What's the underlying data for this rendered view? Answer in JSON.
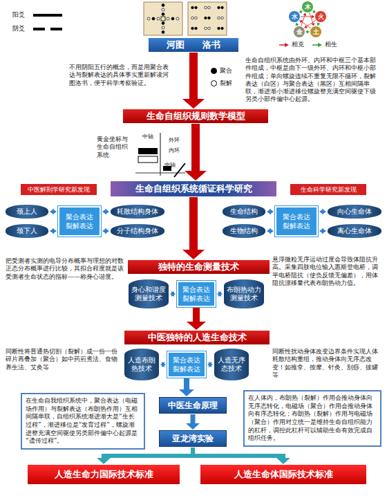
{
  "diagram": {
    "nodes": [
      {
        "text": [
          "木"
        ]
      },
      {
        "text": [
          "火"
        ]
      },
      {
        "text": [
          "土"
        ]
      },
      {
        "text": [
          "金"
        ]
      },
      {
        "text": [
          "水"
        ]
      },
      {
        "text": [
          "河图",
          "洛书"
        ]
      },
      {
        "text": [
          "生命自组织规则数学模型"
        ]
      },
      {
        "text": [
          "生命自组织系统循证科学研究"
        ]
      },
      {
        "text": [
          "中医解剖学研究新发现"
        ]
      },
      {
        "text": [
          "生命科学研究新发现"
        ]
      },
      {
        "text": [
          "颈上人"
        ]
      },
      {
        "text": [
          "颈下人"
        ]
      },
      {
        "text": [
          "聚合表达",
          "裂解表达"
        ]
      },
      {
        "text": [
          "耗散结构身体"
        ]
      },
      {
        "text": [
          "分子结构身体"
        ]
      },
      {
        "text": [
          "生命结构"
        ]
      },
      {
        "text": [
          "生物结构"
        ]
      },
      {
        "text": [
          "聚合表达",
          "裂解表达"
        ]
      },
      {
        "text": [
          "向心生命体"
        ]
      },
      {
        "text": [
          "离心生命体"
        ]
      },
      {
        "text": [
          "独特的生命测量技术"
        ]
      },
      {
        "text": [
          "身心和谐度测量技术"
        ]
      },
      {
        "text": [
          "聚合表达",
          "裂解表达"
        ]
      },
      {
        "text": [
          "布朗热动力测量技术"
        ]
      },
      {
        "text": [
          "中医独特的人造生命技术"
        ]
      },
      {
        "text": [
          "人造布朗热技术"
        ]
      },
      {
        "text": [
          "聚合表达",
          "裂解表达"
        ]
      },
      {
        "text": [
          "人造无序态技术"
        ]
      },
      {
        "text": [
          "在生命自我组织系统中，聚合表达（电磁场作用）与裂解表达（布朗热作用）互相间隔串联，自组织系统渐进渐大是“生长过程”，渐进移位是“发育过程”，螺旋渐进整充满空间驱使另类部件偏中心起源是“遗传过程”。"
        ]
      },
      {
        "text": [
          "中医生命原理"
        ]
      },
      {
        "text": [
          "在人体内，布朗热（裂解）作用会推动身体向无序态转化，电磁场（聚合）作用会推动身体向有序态转化；布朗热（裂解）作用与电磁场（聚合）作用对立统一是维持生命自组织能力的杠杆，调控此杠杆可以辅助生命有效完成自组织任务。"
        ]
      },
      {
        "text": [
          "亚龙湾实验"
        ]
      },
      {
        "text": [
          "人造生命力国际技术标准"
        ]
      },
      {
        "text": [
          "人造生命体国际技术标准"
        ]
      }
    ],
    "edges": [
      {
        "from": 0,
        "to": 1,
        "arrow": "to"
      },
      {
        "from": 1,
        "to": 2,
        "arrow": "to"
      },
      {
        "from": 2,
        "to": 3,
        "arrow": "to"
      },
      {
        "from": 3,
        "to": 4,
        "arrow": "to"
      },
      {
        "from": 4,
        "to": 0,
        "arrow": "to"
      },
      {
        "from": 0,
        "to": 2,
        "arrow": "to"
      },
      {
        "from": 2,
        "to": 4,
        "arrow": "to"
      },
      {
        "from": 4,
        "to": 1,
        "arrow": "to"
      },
      {
        "from": 1,
        "to": 3,
        "arrow": "to"
      },
      {
        "from": 3,
        "to": 0,
        "arrow": "to"
      },
      {
        "from": 5,
        "to": 6,
        "arrow": "to"
      },
      {
        "from": 6,
        "to": 7,
        "arrow": "to"
      },
      {
        "from": 7,
        "to": 20,
        "arrow": "to"
      },
      {
        "from": 22,
        "to": 24,
        "arrow": "to"
      },
      {
        "from": 26,
        "to": 29,
        "arrow": "to"
      },
      {
        "from": 29,
        "to": 31,
        "arrow": "to"
      },
      {
        "from": 31,
        "to": 32,
        "arrow": "to"
      },
      {
        "from": 31,
        "to": 33,
        "arrow": "to"
      },
      {
        "from": 12,
        "to": 10,
        "arrow": "both"
      },
      {
        "from": 12,
        "to": 11,
        "arrow": "both"
      },
      {
        "from": 12,
        "to": 13,
        "arrow": "both"
      },
      {
        "from": 12,
        "to": 14,
        "arrow": "both"
      },
      {
        "from": 17,
        "to": 15,
        "arrow": "both"
      },
      {
        "from": 17,
        "to": 16,
        "arrow": "both"
      },
      {
        "from": 17,
        "to": 18,
        "arrow": "both"
      },
      {
        "from": 17,
        "to": 19,
        "arrow": "both"
      },
      {
        "from": 22,
        "to": 21,
        "arrow": "both"
      },
      {
        "from": 22,
        "to": 23,
        "arrow": "both"
      },
      {
        "from": 26,
        "to": 25,
        "arrow": "both"
      },
      {
        "from": 26,
        "to": 27,
        "arrow": "both"
      }
    ],
    "labels": [
      "阳爻",
      "阴爻",
      "不用阴阳五行的概念，而是用聚合表达与裂解表达的具体事实重新解读河图洛书，便于科学考察验证。",
      "生命自组织系统由外环、内环和中枢三个基本部件组成，中枢是由下一级外环、内环和中枢小部件组成；单向螺旋连续不重复无限不循环，裂解表达（白区）与聚合表达（黑区）互相间隔串联，渐进渐小渐进移位螺旋整充满空间驱使下级另类小部件偏中心起源。",
      "黄金坐标与生命自组织系统",
      "中轴",
      "外环",
      "内环",
      "中轴",
      "把受测者实测的电导分布概率与理想的对数正态分布概率进行比较，其拟合程度就是该受测者生命状态的指标——称身心谐度。",
      "悬浮微粒无序运动过度会导致体阻抗升高。采集四肢电位输入惠斯登电桥，调平电桥阻抗（使负反馈无偏差），用体阻抗漂移量代表布朗热动力值。",
      "同断性将普通热切割（裂解）成一份一份碎片再叠加（聚合）如中药煎煮法、食物养生法、艾灸等",
      "同断性扰动身体改变边界条件实现人体耗散结构重组，推动身体向无序态改变！如推拿、按摩、针灸、刮痧、拔罐等"
    ],
    "legend": [
      {
        "text": "聚合",
        "color": "#000000"
      },
      {
        "text": "裂解",
        "color": "#ffffff"
      },
      {
        "text": "相克"
      },
      {
        "text": "相生"
      }
    ]
  }
}
